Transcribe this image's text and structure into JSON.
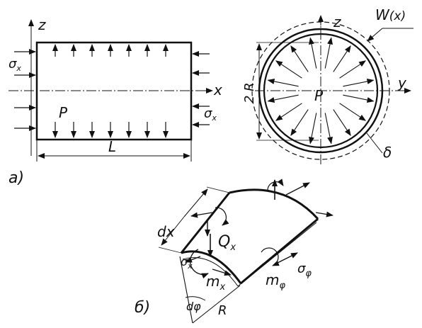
{
  "panel_a": {
    "label": "а)",
    "left_view": {
      "axis_z": "z",
      "axis_x": "x",
      "pressure": "P",
      "length": "L",
      "stress": "σ",
      "stress_sub": "x"
    },
    "right_view": {
      "axis_z": "z",
      "axis_y": "y",
      "pressure": "P",
      "diameter": "2 R",
      "deflection": "W",
      "deflection_arg": "(x)",
      "thickness": "δ"
    }
  },
  "panel_b": {
    "label": "б)",
    "dx": "dx",
    "shear_force": "Q",
    "shear_sub": "x",
    "sigma_x": "σ",
    "sigma_x_sub": "x",
    "moment_x": "m",
    "moment_x_sub": "x",
    "sigma_phi": "σ",
    "sigma_phi_sub": "φ",
    "moment_phi": "m",
    "moment_phi_sub": "φ",
    "angle": "dφ",
    "radius": "R"
  }
}
